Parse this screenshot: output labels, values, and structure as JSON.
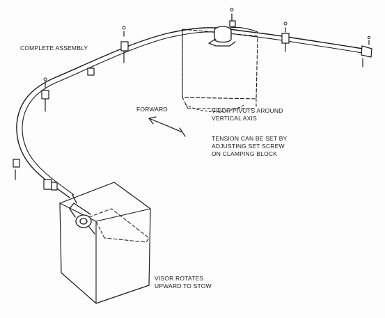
{
  "labels": {
    "complete_assembly": "COMPLETE ASSEMBLY",
    "forward": "FORWARD",
    "visor_pivots": [
      "VISOR PIVOTS AROUND",
      "VERTICAL AXIS"
    ],
    "tension": [
      "TENSION CAN BE SET BY",
      "ADJUSTING SET SCREW",
      "ON CLAMPING BLOCK"
    ],
    "visor_rotates": [
      "VISOR ROTATES",
      "UPWARD TO STOW"
    ]
  },
  "colors": {
    "ink": "#1a1a1a",
    "paper": "#fdfdfd"
  }
}
